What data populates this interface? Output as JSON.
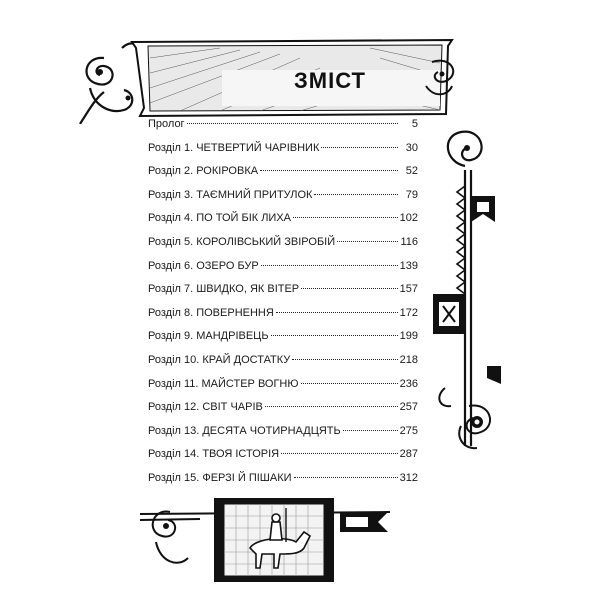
{
  "title": "ЗМІСТ",
  "toc": [
    {
      "label": "Пролог",
      "page": "5"
    },
    {
      "label": "Розділ 1. ЧЕТВЕРТИЙ ЧАРІВНИК",
      "page": "30"
    },
    {
      "label": "Розділ 2. РОКІРОВКА",
      "page": "52"
    },
    {
      "label": "Розділ 3. ТАЄМНИЙ ПРИТУЛОК",
      "page": "79"
    },
    {
      "label": "Розділ 4. ПО ТОЙ БІК ЛИХА",
      "page": "102"
    },
    {
      "label": "Розділ 5. КОРОЛІВСЬКИЙ ЗВІРОБІЙ",
      "page": "116"
    },
    {
      "label": "Розділ 6. ОЗЕРО БУР",
      "page": "139"
    },
    {
      "label": "Розділ 7. ШВИДКО, ЯК ВІТЕР",
      "page": "157"
    },
    {
      "label": "Розділ 8. ПОВЕРНЕННЯ",
      "page": "172"
    },
    {
      "label": "Розділ 9. МАНДРІВЕЦЬ",
      "page": "199"
    },
    {
      "label": "Розділ 10. КРАЙ ДОСТАТКУ",
      "page": "218"
    },
    {
      "label": "Розділ 11. МАЙСТЕР ВОГНЮ",
      "page": "236"
    },
    {
      "label": "Розділ 12. СВІТ ЧАРІВ",
      "page": "257"
    },
    {
      "label": "Розділ 13. ДЕСЯТА ЧОТИРНАДЦЯТЬ",
      "page": "275"
    },
    {
      "label": "Розділ 14. ТВОЯ ІСТОРІЯ",
      "page": "287"
    },
    {
      "label": "Розділ 15. ФЕРЗІ Й ПІШАКИ",
      "page": "312"
    }
  ],
  "colors": {
    "ink": "#1a1a1a",
    "paper": "#ffffff"
  }
}
